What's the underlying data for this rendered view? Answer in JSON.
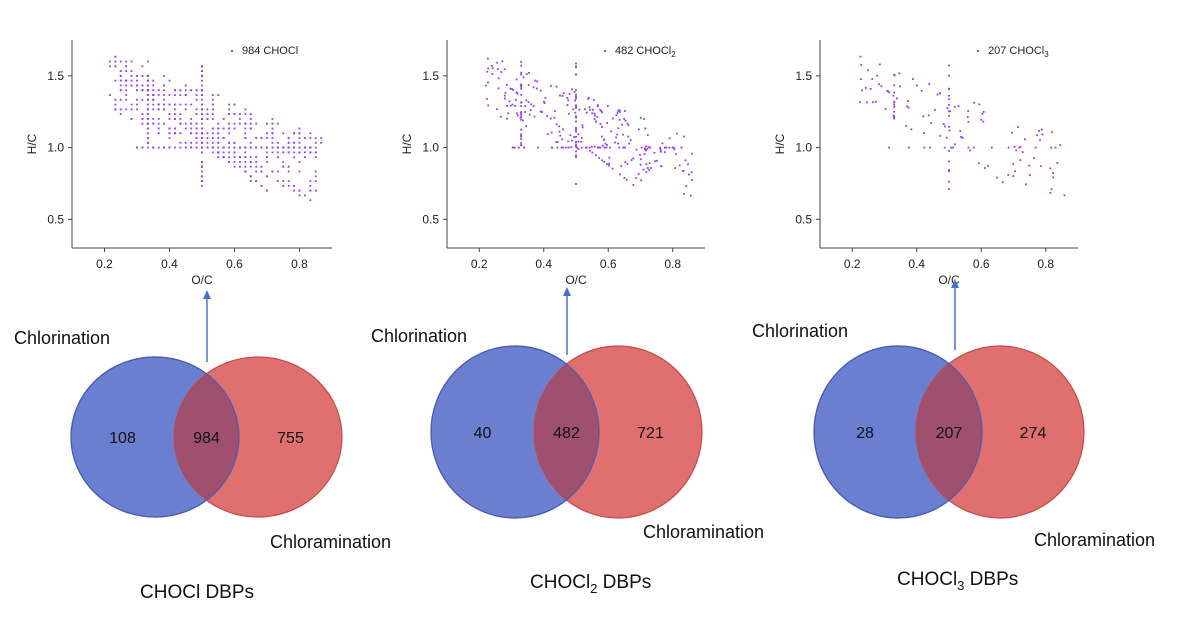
{
  "colors": {
    "scatter_point": "#9b3cf0",
    "venn_left": "#6b7fd1",
    "venn_right": "#e07070",
    "venn_overlap": "#a0506f",
    "arrow": "#4a72c4"
  },
  "panels": [
    {
      "legend_value": "984",
      "legend_base": "CHOCl",
      "legend_sub": "",
      "venn": {
        "left": "Chlorination",
        "right": "Chloramination",
        "only_left": "108",
        "both": "984",
        "only_right": "755"
      },
      "caption_base": "CHOCl",
      "caption_sub": "",
      "caption_tail": " DBPs"
    },
    {
      "legend_value": "482",
      "legend_base": "CHOCl",
      "legend_sub": "2",
      "venn": {
        "left": "Chlorination",
        "right": "Chloramination",
        "only_left": "40",
        "both": "482",
        "only_right": "721"
      },
      "caption_base": "CHOCl",
      "caption_sub": "2",
      "caption_tail": " DBPs"
    },
    {
      "legend_value": "207",
      "legend_base": "CHOCl",
      "legend_sub": "3",
      "venn": {
        "left": "Chlorination",
        "right": "Chloramination",
        "only_left": "28",
        "both": "207",
        "only_right": "274"
      },
      "caption_base": "CHOCl",
      "caption_sub": "3",
      "caption_tail": " DBPs"
    }
  ],
  "chart_data": [
    {
      "type": "scatter",
      "title": "",
      "xlabel": "O/C",
      "ylabel": "H/C",
      "xlim": [
        0.1,
        0.9
      ],
      "ylim": [
        0.3,
        1.75
      ],
      "xticks": [
        "0.2",
        "0.4",
        "0.6",
        "0.8"
      ],
      "yticks": [
        "0.5",
        "1.0",
        "1.5"
      ],
      "series": [
        {
          "name": "984 CHOCl",
          "count": 984
        }
      ]
    },
    {
      "type": "scatter",
      "title": "",
      "xlabel": "O/C",
      "ylabel": "H/C",
      "xlim": [
        0.1,
        0.9
      ],
      "ylim": [
        0.3,
        1.75
      ],
      "xticks": [
        "0.2",
        "0.4",
        "0.6",
        "0.8"
      ],
      "yticks": [
        "0.5",
        "1.0",
        "1.5"
      ],
      "series": [
        {
          "name": "482 CHOCl2",
          "count": 482
        }
      ]
    },
    {
      "type": "scatter",
      "title": "",
      "xlabel": "O/C",
      "ylabel": "H/C",
      "xlim": [
        0.1,
        0.9
      ],
      "ylim": [
        0.3,
        1.75
      ],
      "xticks": [
        "0.2",
        "0.4",
        "0.6",
        "0.8"
      ],
      "yticks": [
        "0.5",
        "1.0",
        "1.5"
      ],
      "series": [
        {
          "name": "207 CHOCl3",
          "count": 207
        }
      ]
    }
  ]
}
